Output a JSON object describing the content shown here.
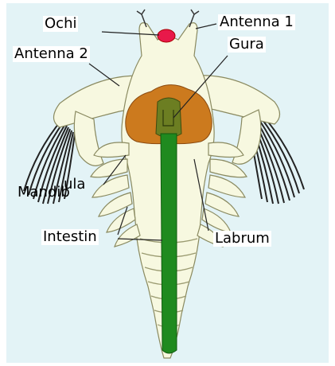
{
  "labels": {
    "ochi": "Ochi",
    "antenna1": "Antenna 1",
    "antenna2": "Antenna 2",
    "gura": "Gura",
    "mandibula_a": "Mandib",
    "mandibula_b": "ula",
    "intestin": "Intestin",
    "labrum": "Labrum"
  },
  "colors": {
    "background": "#e3f3f6",
    "body": "#f7f8e0",
    "eye": "#e8194a",
    "labrum": "#cc7a1e",
    "intestine": "#1f8a1f",
    "mouth_olive": "#6c7e22"
  }
}
